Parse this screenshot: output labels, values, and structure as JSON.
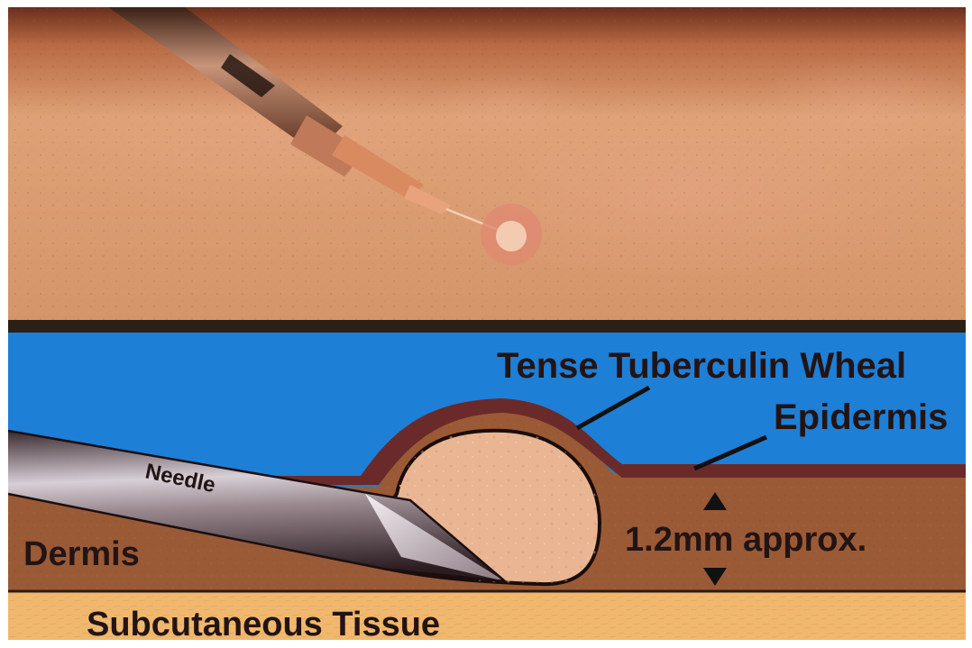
{
  "labels": {
    "wheal": "Tense Tuberculin Wheal",
    "epidermis": "Epidermis",
    "needle": "Needle",
    "dermis": "Dermis",
    "thickness": "1.2mm approx.",
    "subcutaneous": "Subcutaneous Tissue"
  },
  "colors": {
    "skin_photo": "#d99a6a",
    "sky_blue": "#1e7fd6",
    "dermis": "#9a5a36",
    "epidermis": "#6b2a2a",
    "subcutaneous": "#f0b86e",
    "text_dark": "#231414",
    "wheal_fill": "#e9b592"
  }
}
